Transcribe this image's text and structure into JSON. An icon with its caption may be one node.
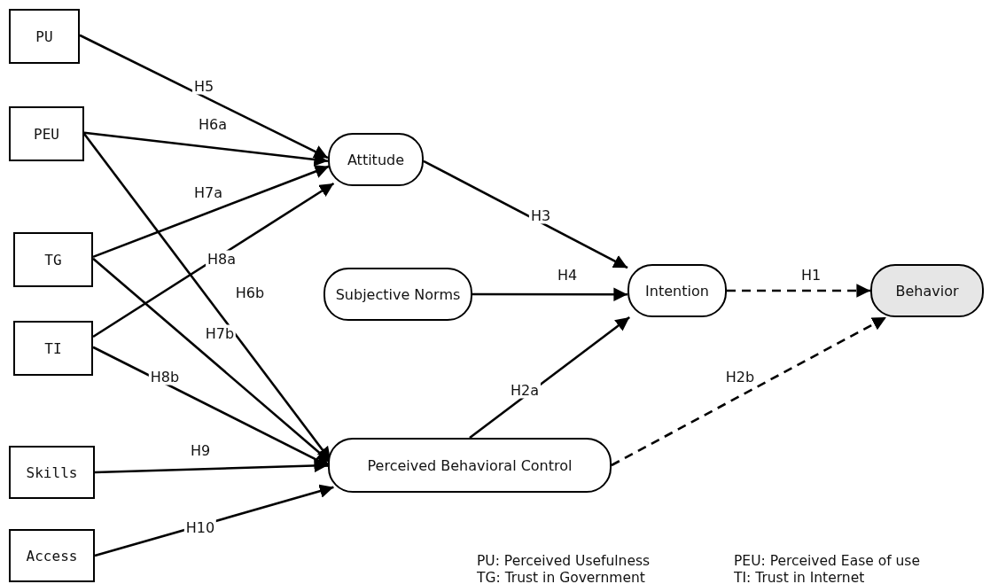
{
  "diagram": {
    "nodes": [
      {
        "text": [
          "PU"
        ]
      },
      {
        "text": [
          "PEU"
        ]
      },
      {
        "text": [
          "TG"
        ]
      },
      {
        "text": [
          "TI"
        ]
      },
      {
        "text": [
          "Skills"
        ]
      },
      {
        "text": [
          "Access"
        ]
      },
      {
        "text": [
          "Attitude"
        ]
      },
      {
        "text": [
          "Subjective Norms"
        ]
      },
      {
        "text": [
          "Intention"
        ]
      },
      {
        "text": [
          "Behavior"
        ]
      },
      {
        "text": [
          "Perceived Behavioral Control"
        ]
      }
    ],
    "edges": [
      {
        "from": 0,
        "to": 6,
        "arrow": "to",
        "label": "H5"
      },
      {
        "from": 1,
        "to": 6,
        "arrow": "to",
        "label": "H6a"
      },
      {
        "from": 1,
        "to": 10,
        "arrow": "to",
        "label": "H6b"
      },
      {
        "from": 2,
        "to": 6,
        "arrow": "to",
        "label": "H7a"
      },
      {
        "from": 2,
        "to": 10,
        "arrow": "to",
        "label": "H7b"
      },
      {
        "from": 3,
        "to": 6,
        "arrow": "to",
        "label": "H8a"
      },
      {
        "from": 3,
        "to": 10,
        "arrow": "to",
        "label": "H8b"
      },
      {
        "from": 4,
        "to": 10,
        "arrow": "to",
        "label": "H9"
      },
      {
        "from": 5,
        "to": 10,
        "arrow": "to",
        "label": "H10"
      },
      {
        "from": 6,
        "to": 8,
        "arrow": "to",
        "label": "H3"
      },
      {
        "from": 7,
        "to": 8,
        "arrow": "to",
        "label": "H4"
      },
      {
        "from": 8,
        "to": 9,
        "arrow": "to",
        "label": "H1",
        "style": "dashed"
      },
      {
        "from": 10,
        "to": 8,
        "arrow": "to",
        "label": "H2a"
      },
      {
        "from": 10,
        "to": 9,
        "arrow": "to",
        "label": "H2b",
        "style": "dashed"
      }
    ],
    "labels": [
      "PU: Perceived Usefulness",
      "PEU: Perceived Ease of use",
      "TG: Trust in Government",
      "TI: Trust in Internet"
    ]
  }
}
